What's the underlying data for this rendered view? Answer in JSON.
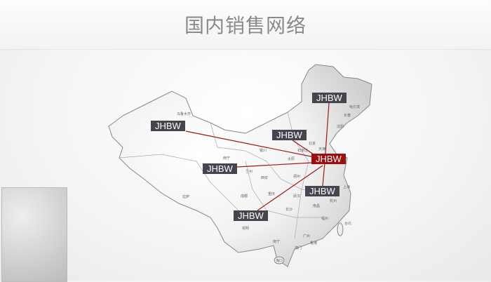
{
  "title": "国内销售网络",
  "labels": {
    "north_east": "JHBW",
    "west": "JHBW",
    "north": "JHBW",
    "hub": "JHBW",
    "center_west": "JHBW",
    "east": "JHBW",
    "south_west": "JHBW"
  },
  "cities": [
    "乌鲁木齐",
    "拉萨",
    "兰州",
    "西宁",
    "银川",
    "太原",
    "石家庄",
    "北京",
    "天津",
    "哈尔滨",
    "长春",
    "沈阳",
    "郑州",
    "西安",
    "成都",
    "重庆",
    "武汉",
    "长沙",
    "南昌",
    "福州",
    "台北",
    "上海",
    "杭州",
    "广州",
    "香港",
    "澳门",
    "南宁",
    "昆明",
    "海口"
  ],
  "colors": {
    "label": "#45454d",
    "hub": "#9c0f0f",
    "line": "#a01818"
  }
}
